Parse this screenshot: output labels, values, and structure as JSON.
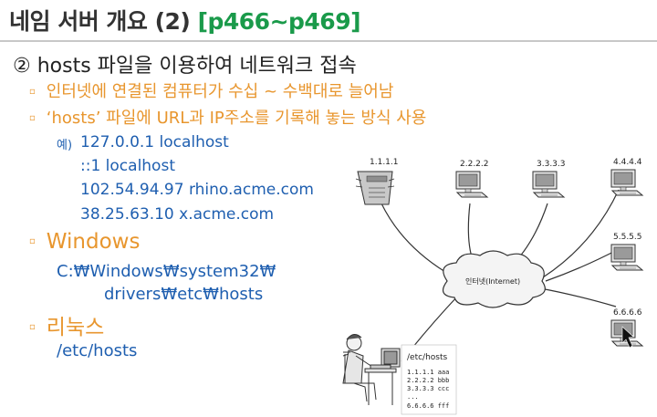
{
  "title": {
    "main": "네임 서버 개요 (2) ",
    "pages": "[p466~p469]"
  },
  "heading": "② hosts 파일을 이용하여 네트워크 접속",
  "bullets": [
    "인터넷에 연결된 컴퓨터가 수십 ~ 수백대로 늘어남",
    "‘hosts’ 파일에 URL과 IP주소를 기록해 놓는 방식 사용"
  ],
  "example": {
    "prefix": "예)",
    "lines": [
      "127.0.0.1 localhost",
      "::1 localhost",
      "102.54.94.97 rhino.acme.com",
      "38.25.63.10 x.acme.com"
    ]
  },
  "windows": {
    "label": "Windows",
    "path_line1": "C:₩Windows₩system32₩",
    "path_line2": "drivers₩etc₩hosts"
  },
  "linux": {
    "label": "리눅스",
    "path": "/etc/hosts"
  },
  "diagram": {
    "server_ip": "1.1.1.1",
    "pc_ips": [
      "2.2.2.2",
      "3.3.3.3",
      "4.4.4.4",
      "5.5.5.5",
      "6.6.6.6"
    ],
    "cloud_label": "인터넷(Internet)",
    "hosts_file": {
      "title": "/etc/hosts",
      "lines": [
        "1.1.1.1 aaa",
        "2.2.2.2 bbb",
        "3.3.3.3 ccc",
        "...",
        "6.6.6.6 fff"
      ]
    }
  },
  "colors": {
    "title": "#333333",
    "pages": "#1a9a4a",
    "bullet": "#e8962e",
    "code": "#1f5fb0"
  }
}
